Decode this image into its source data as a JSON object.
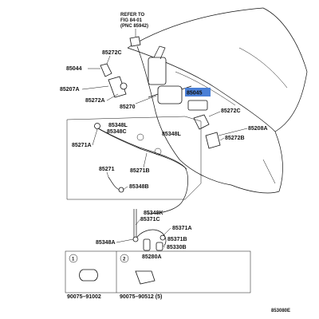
{
  "refer": {
    "line1": "REFER TO",
    "line2": "FIG 84-01",
    "line3": "(PNC 85942)"
  },
  "labels": {
    "p85044": "85044",
    "p85272C_top": "85272C",
    "p85272C_right": "85272C",
    "p85207A": "85207A",
    "p85272A": "85272A",
    "p85270": "85270",
    "p85045": "85045",
    "p85348L_a": "85348L",
    "p85348C": "85348C",
    "p85348L_b": "85348L",
    "p85271A": "85271A",
    "p85271": "85271",
    "p85271B": "85271B",
    "p85348B": "85348B",
    "p85208A": "85208A",
    "p85272B": "85272B",
    "p85348K": "85348K",
    "p85371C": "85371C",
    "p85371A": "85371A",
    "p85348A": "85348A",
    "p85371B": "85371B",
    "p85330B": "85330B",
    "p85280A": "85280A",
    "p90075_91002": "90075–91002",
    "p90075_90512": "90075–90512 (5)",
    "circle1": "1",
    "circle2": "2",
    "footer_code": "853080E"
  },
  "highlight": {
    "color": "#4a7fd6"
  }
}
